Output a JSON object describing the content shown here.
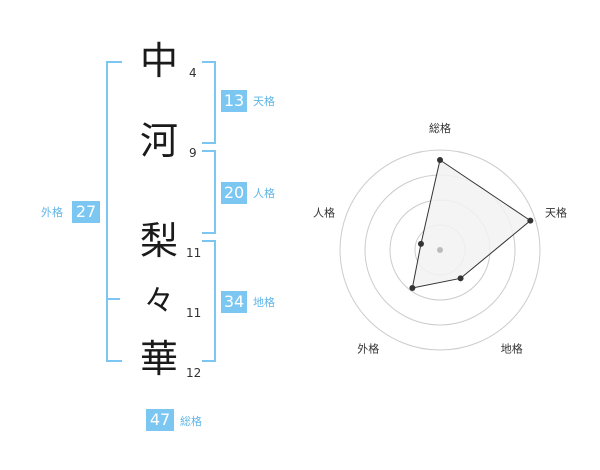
{
  "name": {
    "chars": [
      {
        "char": "中",
        "strokes": "4"
      },
      {
        "char": "河",
        "strokes": "9"
      },
      {
        "char": "梨",
        "strokes": "11"
      },
      {
        "char": "々",
        "strokes": "11"
      },
      {
        "char": "華",
        "strokes": "12"
      }
    ]
  },
  "kaku": {
    "tenkaku": {
      "value": "13",
      "label": "天格"
    },
    "jinkaku": {
      "value": "20",
      "label": "人格"
    },
    "chikaku": {
      "value": "34",
      "label": "地格"
    },
    "gaikaku": {
      "value": "27",
      "label": "外格"
    },
    "soukaku": {
      "value": "47",
      "label": "総格"
    }
  },
  "colors": {
    "accent": "#7cc7f2",
    "label": "#5fb5e6",
    "fill": "#f2f2f2",
    "ring": "#cccccc"
  },
  "chart_data": {
    "type": "radar",
    "axes": [
      "総格",
      "天格",
      "地格",
      "外格",
      "人格"
    ],
    "values": [
      0.9,
      0.95,
      0.35,
      0.47,
      0.2
    ],
    "rings": 4
  }
}
